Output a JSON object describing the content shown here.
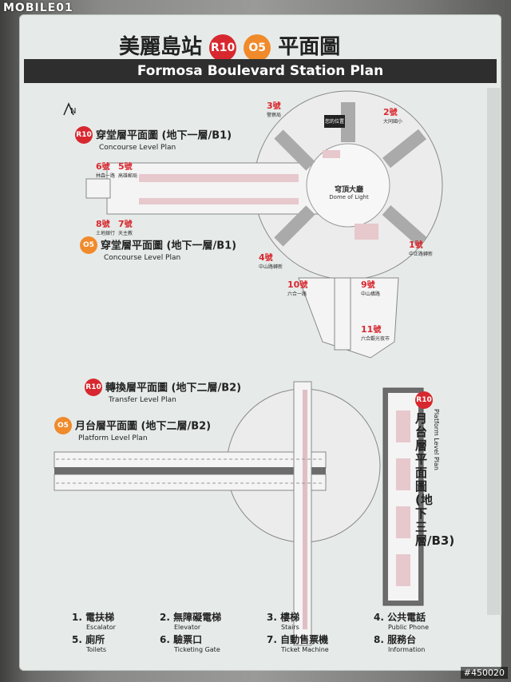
{
  "watermark": {
    "brand": "MOBILE01",
    "image_id": "#450020"
  },
  "title": {
    "zh_before": "美麗島站",
    "line_r": "R10",
    "line_o": "O5",
    "zh_after": "平面圖",
    "en": "Formosa Boulevard Station Plan"
  },
  "plans": [
    {
      "badge": "R10",
      "zh": "穿堂層平面圖 (地下一層/B1)",
      "en": "Concourse Level Plan"
    },
    {
      "badge": "O5",
      "zh": "穿堂層平面圖 (地下一層/B1)",
      "en": "Concourse Level Plan"
    },
    {
      "badge": "R10",
      "zh": "轉換層平面圖 (地下二層/B2)",
      "en": "Transfer Level Plan"
    },
    {
      "badge": "O5",
      "zh": "月台層平面圖 (地下二層/B2)",
      "en": "Platform Level Plan"
    }
  ],
  "vertical_plan": {
    "badge": "R10",
    "zh": "月台層平面圖(地下三層/B3)",
    "en": "Platform Level Plan"
  },
  "exits": [
    {
      "n": "1",
      "name": "中正路轉新"
    },
    {
      "n": "2",
      "name": "大同國小"
    },
    {
      "n": "3",
      "name": "警察局"
    },
    {
      "n": "4",
      "name": "中山路轉新"
    },
    {
      "n": "5",
      "name": "高雄郵局"
    },
    {
      "n": "6",
      "name": "林森一路"
    },
    {
      "n": "7",
      "name": "天主教"
    },
    {
      "n": "8",
      "name": "土地銀行"
    },
    {
      "n": "9",
      "name": "中山橫路"
    },
    {
      "n": "10",
      "name": "六合一路"
    },
    {
      "n": "11",
      "name": "六合觀光夜市"
    }
  ],
  "center": {
    "zh": "穹頂大廳",
    "en": "Dome of Light",
    "you_are_here": "您的位置"
  },
  "north": "N",
  "legend": [
    {
      "n": "1.",
      "zh": "電扶梯",
      "en": "Escalator"
    },
    {
      "n": "2.",
      "zh": "無障礙電梯",
      "en": "Elevator"
    },
    {
      "n": "3.",
      "zh": "樓梯",
      "en": "Stairs"
    },
    {
      "n": "4.",
      "zh": "公共電話",
      "en": "Public Phone"
    },
    {
      "n": "5.",
      "zh": "廁所",
      "en": "Toilets"
    },
    {
      "n": "6.",
      "zh": "驗票口",
      "en": "Ticketing Gate"
    },
    {
      "n": "7.",
      "zh": "自動售票機",
      "en": "Ticket Machine"
    },
    {
      "n": "8.",
      "zh": "服務台",
      "en": "Information"
    }
  ],
  "colors": {
    "sign_bg": "#e6ebe9",
    "red_line": "#d8282f",
    "orange_line": "#f08a2b",
    "bar": "#2e2e2e",
    "floor": "#f4f4f4"
  }
}
